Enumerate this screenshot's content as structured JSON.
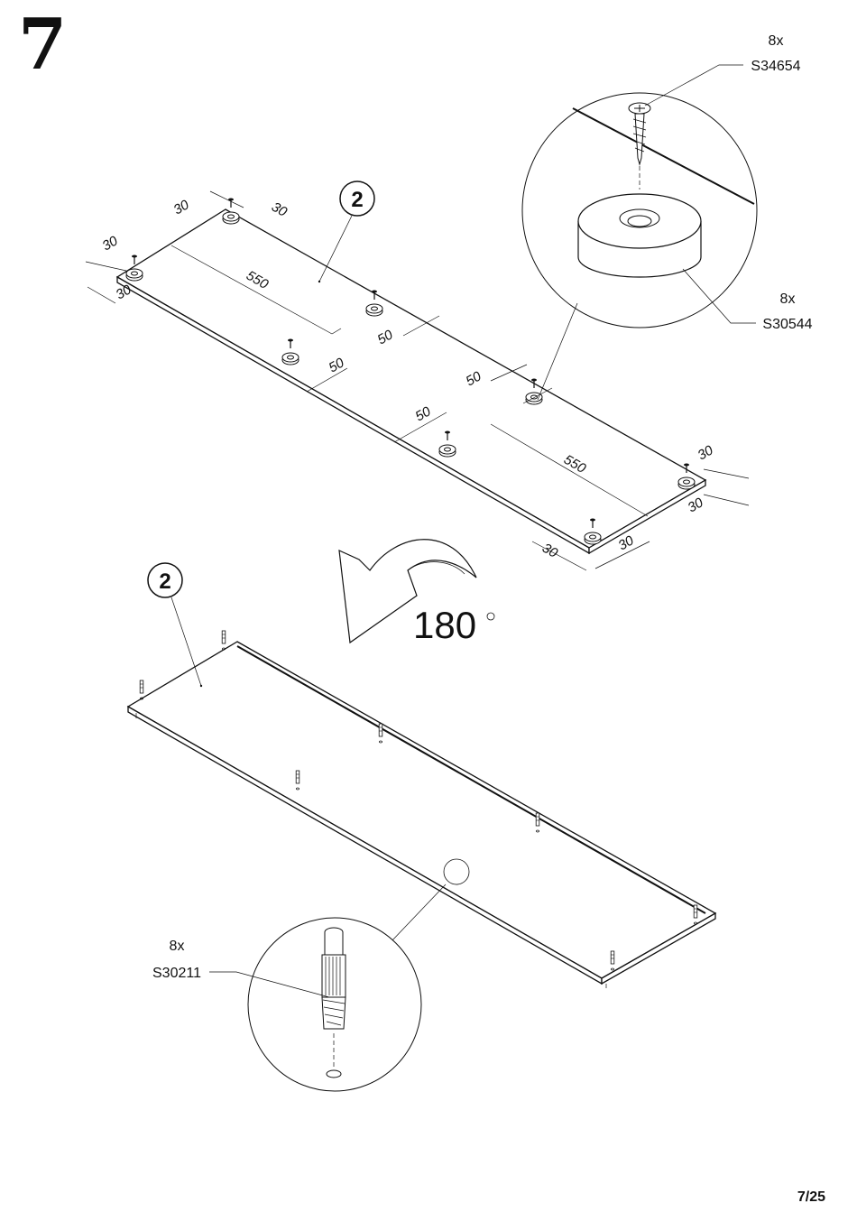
{
  "step": {
    "number": "7"
  },
  "page_number": "7/25",
  "panel_label": "2",
  "rotation": {
    "value": "180",
    "unit": "°"
  },
  "dimensions": {
    "edge_offset": "30",
    "long_span": "550",
    "short_span": "50"
  },
  "parts": [
    {
      "qty": "8x",
      "code": "S34654",
      "item": "screw"
    },
    {
      "qty": "8x",
      "code": "S30544",
      "item": "foot-pad"
    },
    {
      "qty": "8x",
      "code": "S30211",
      "item": "dowel"
    }
  ],
  "icons": [
    "screw-icon",
    "foot-pad-icon",
    "dowel-icon",
    "rotate-arrow-icon"
  ]
}
